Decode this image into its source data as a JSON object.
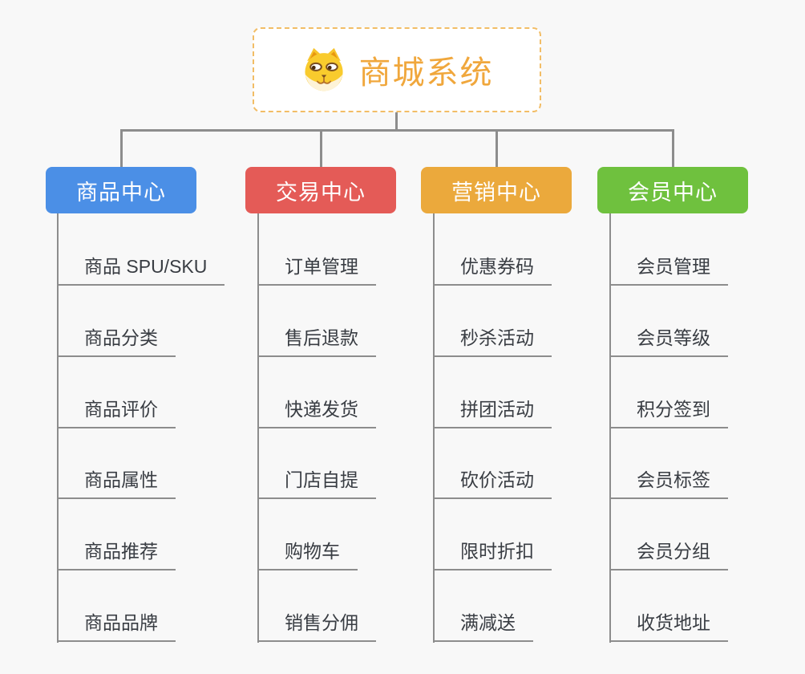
{
  "page": {
    "background": "#f8f8f8",
    "connector_color": "#8d8d8d"
  },
  "root": {
    "title": "商城系统",
    "icon": "shiba-dog-icon",
    "text_color": "#f0a73c",
    "border_color": "#f2bd66",
    "fill": "#ffffff"
  },
  "branches": [
    {
      "label": "商品中心",
      "color": "#4b8fe6",
      "items": [
        "商品 SPU/SKU",
        "商品分类",
        "商品评价",
        "商品属性",
        "商品推荐",
        "商品品牌"
      ]
    },
    {
      "label": "交易中心",
      "color": "#e45b57",
      "items": [
        "订单管理",
        "售后退款",
        "快递发货",
        "门店自提",
        "购物车",
        "销售分佣"
      ]
    },
    {
      "label": "营销中心",
      "color": "#eba93c",
      "items": [
        "优惠券码",
        "秒杀活动",
        "拼团活动",
        "砍价活动",
        "限时折扣",
        "满减送"
      ]
    },
    {
      "label": "会员中心",
      "color": "#6fc13e",
      "items": [
        "会员管理",
        "会员等级",
        "积分签到",
        "会员标签",
        "会员分组",
        "收货地址"
      ]
    }
  ]
}
